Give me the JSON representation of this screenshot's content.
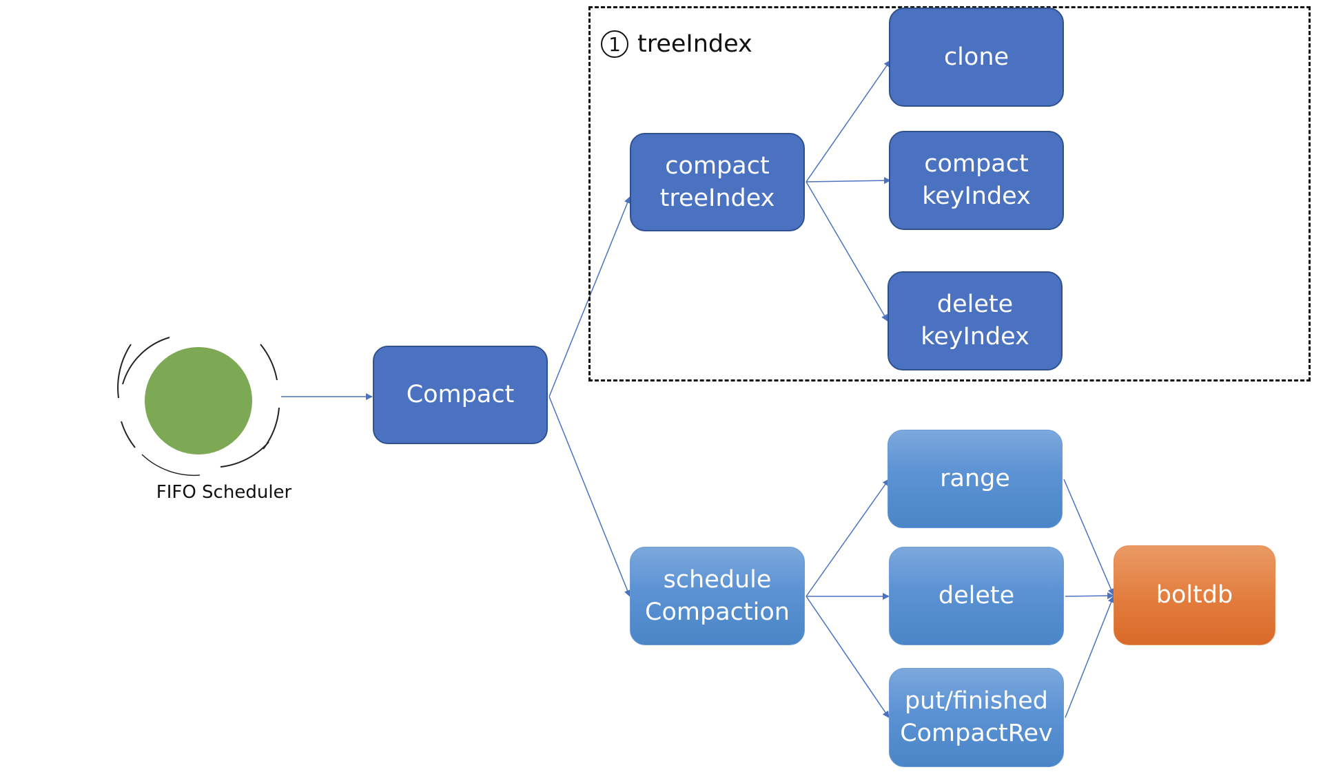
{
  "diagram": {
    "group": {
      "number": "1",
      "title": "treeIndex"
    },
    "scheduler": {
      "label": "FIFO Scheduler",
      "color": "#7ea954"
    },
    "nodes": {
      "compact": "Compact",
      "compact_treeindex": "compact\ntreeIndex",
      "clone": "clone",
      "compact_keyindex": "compact\nkeyIndex",
      "delete_keyindex": "delete\nkeyIndex",
      "schedule_compaction": "schedule\nCompaction",
      "range": "range",
      "delete": "delete",
      "put_finished": "put/finished\nCompactRev",
      "boltdb": "boltdb"
    },
    "colors": {
      "dark_node": "#4a72c0",
      "light_node": "#5b92d4",
      "boltdb_node": "#e27c3d",
      "arrow": "#4a72c0"
    }
  }
}
